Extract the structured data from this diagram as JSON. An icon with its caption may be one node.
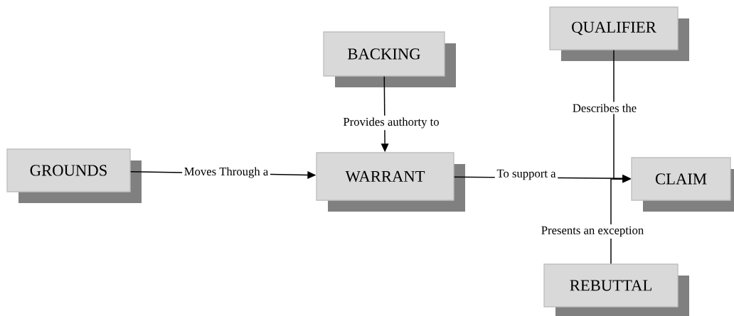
{
  "diagram": {
    "nodes": [
      {
        "text": [
          "GROUNDS"
        ]
      },
      {
        "text": [
          "BACKING"
        ]
      },
      {
        "text": [
          "WARRANT"
        ]
      },
      {
        "text": [
          "QUALIFIER"
        ]
      },
      {
        "text": [
          "CLAIM"
        ]
      },
      {
        "text": [
          "REBUTTAL"
        ]
      }
    ],
    "edges": [
      {
        "from": 0,
        "to": 2,
        "arrow": "to",
        "label": "Moves Through a"
      },
      {
        "from": 1,
        "to": 2,
        "arrow": "to",
        "label": "Provides authorty to"
      },
      {
        "from": 2,
        "to": 4,
        "arrow": "to",
        "label": "To support a"
      },
      {
        "from": 3,
        "to": 4,
        "arrow": "to",
        "label": "Describes the"
      },
      {
        "from": 5,
        "to": 4,
        "arrow": "to",
        "label": "Presents an exception"
      }
    ]
  }
}
